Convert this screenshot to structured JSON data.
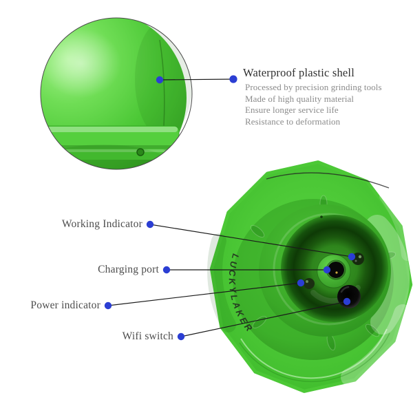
{
  "inset": {
    "title": "Waterproof plastic shell",
    "features": [
      "Processed by precision grinding tools",
      "Made of high quality material",
      "Ensure longer service life",
      "Resistance to deformation"
    ]
  },
  "callouts": [
    {
      "id": "working-indicator",
      "label": "Working Indicator"
    },
    {
      "id": "charging-port",
      "label": "Charging port"
    },
    {
      "id": "power-indicator",
      "label": "Power indicator"
    },
    {
      "id": "wifi-switch",
      "label": "Wifi switch"
    }
  ],
  "device": {
    "brand_text": "LUCKYLAKER"
  },
  "colors": {
    "accent_blue": "#2b3ed3",
    "leader_line": "#1a1a1a",
    "body_green": "#4cc836",
    "well_dark_green": "#0e3a06",
    "title_text": "#303030",
    "feature_text": "#8b8b8b",
    "label_text": "#4d4d4d",
    "background": "#ffffff"
  }
}
